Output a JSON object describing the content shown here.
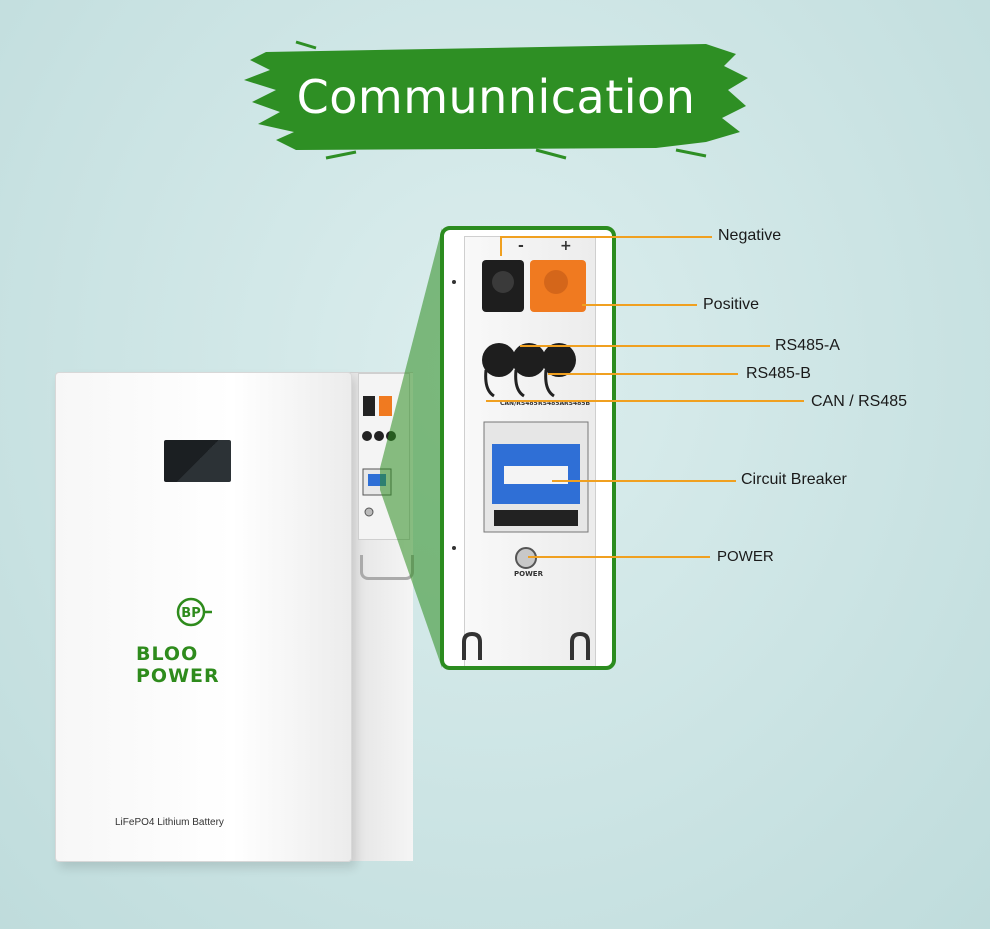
{
  "header": {
    "title": "Communnication"
  },
  "cabinet": {
    "brand": "BLOO POWER",
    "logo_text": "BP",
    "product_label": "LiFePO4 Lithium Battery"
  },
  "panel": {
    "minus_sign": "-",
    "plus_sign": "+",
    "port_labels": [
      "CAN/RS485",
      "RS485A",
      "RS485B"
    ],
    "power_label": "POWER"
  },
  "callouts": [
    {
      "id": "negative",
      "label": "Negative"
    },
    {
      "id": "positive",
      "label": "Positive"
    },
    {
      "id": "rs485-a",
      "label": "RS485-A"
    },
    {
      "id": "rs485-b",
      "label": "RS485-B"
    },
    {
      "id": "can-rs485",
      "label": "CAN / RS485"
    },
    {
      "id": "circuit-breaker",
      "label": "Circuit Breaker"
    },
    {
      "id": "power",
      "label": "POWER"
    }
  ],
  "colors": {
    "brand_green": "#2b8c1f",
    "callout_orange": "#f0a020",
    "positive_terminal": "#f07a20",
    "negative_terminal": "#1e1e1e"
  }
}
